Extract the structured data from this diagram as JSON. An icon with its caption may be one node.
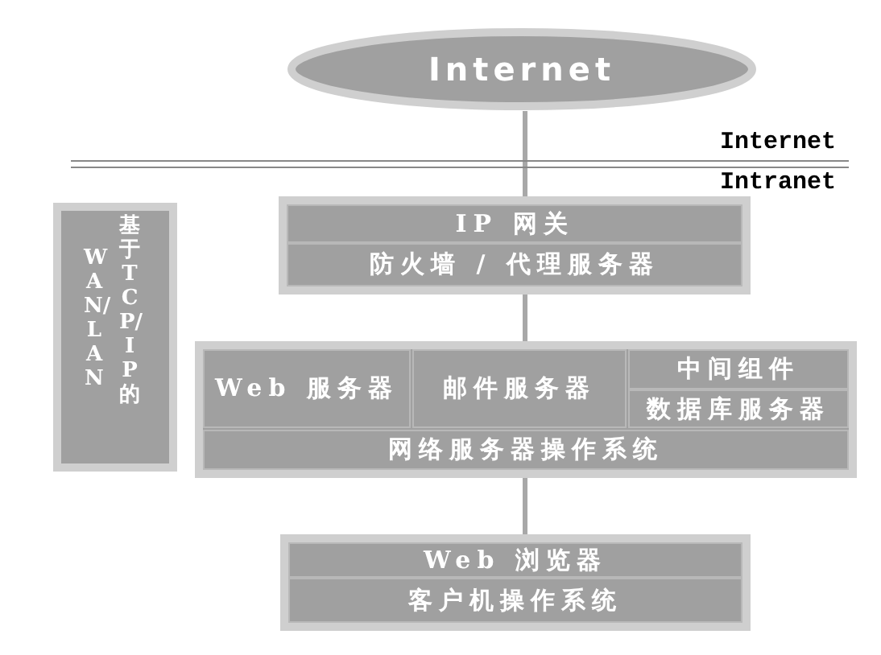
{
  "diagram": {
    "nodes": [
      {
        "text": [
          "Internet"
        ]
      },
      {
        "text": [],
        "shape": "box"
      },
      {
        "text": [
          "IP 网关"
        ],
        "in": 1
      },
      {
        "text": [
          "防火墙 / 代理服务器"
        ],
        "in": 1
      },
      {
        "text": [],
        "shape": "box"
      },
      {
        "text": [
          "Web 服务器"
        ],
        "in": 4
      },
      {
        "text": [
          "邮件服务器"
        ],
        "in": 4
      },
      {
        "text": [
          "中间组件"
        ],
        "in": 4
      },
      {
        "text": [
          "数据库服务器"
        ],
        "in": 4
      },
      {
        "text": [
          "网络服务器操作系统"
        ],
        "in": 4
      },
      {
        "text": [],
        "shape": "box"
      },
      {
        "text": [
          "Web 浏览器"
        ],
        "in": 10
      },
      {
        "text": [
          "客户机操作系统"
        ],
        "in": 10
      },
      {
        "text": [
          "WAN/LAN",
          "基于TCP/IP的"
        ]
      }
    ],
    "edges": [
      {
        "from": 0,
        "to": 1,
        "arrow": "none"
      },
      {
        "from": 1,
        "to": 4,
        "arrow": "none"
      },
      {
        "from": 4,
        "to": 10,
        "arrow": "none"
      }
    ],
    "labels": [
      "Internet",
      "Intranet"
    ]
  }
}
